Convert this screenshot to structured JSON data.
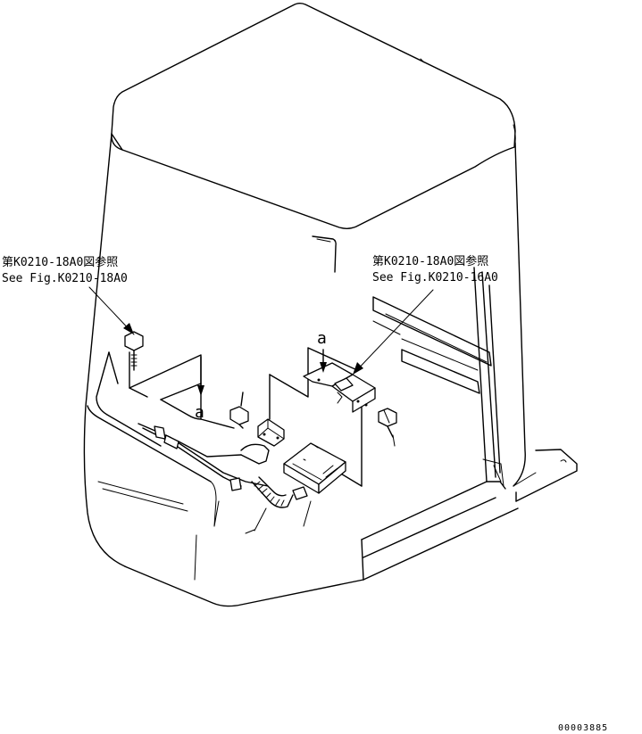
{
  "callouts": {
    "left_ref_jp": "第K0210-18A0図参照",
    "left_ref_en": "See Fig.K0210-18A0",
    "right_ref_jp": "第K0210-18A0図参照",
    "right_ref_en": "See Fig.K0210-16A0"
  },
  "labels": {
    "view_a_upper": "a",
    "view_a_lower": "a"
  },
  "drawing_number": "00003885"
}
